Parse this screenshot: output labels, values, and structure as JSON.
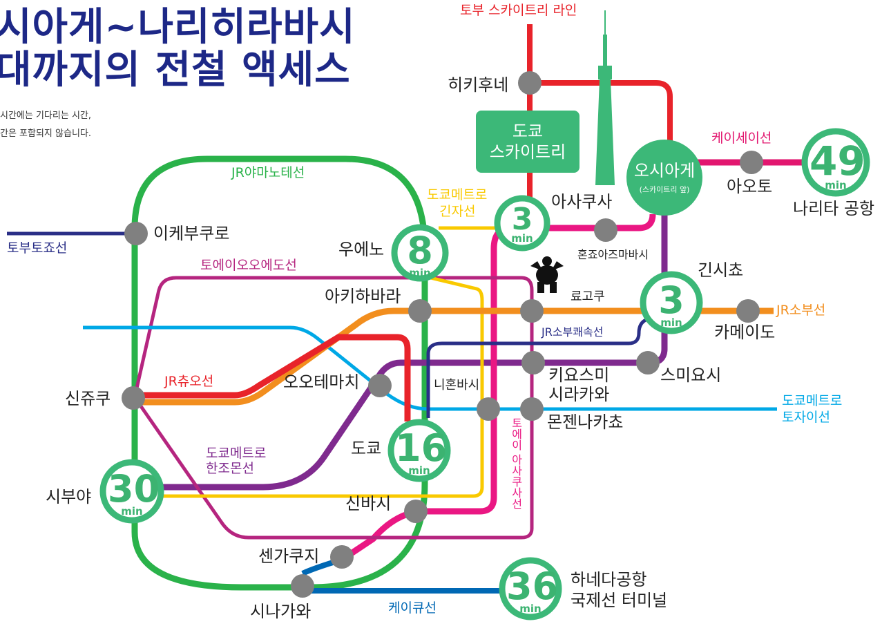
{
  "title": {
    "line1": "시아게~나리히라바시",
    "line2": "대까지의 전철 액세스"
  },
  "notes": {
    "line1": "시간에는 기다리는 시간,",
    "line2": "간은 포함되지 않습니다."
  },
  "minutes_unit": "min",
  "highlight_stations": {
    "oshiage": {
      "name": "오시아게",
      "sub": "(스카이트리 앞)"
    },
    "skytree": {
      "line1": "도쿄",
      "line2": "스카이트리"
    }
  },
  "minute_badges": [
    {
      "station": "우에노",
      "minutes": "8"
    },
    {
      "station": "아사쿠사",
      "minutes": "3"
    },
    {
      "station": "긴시쵸",
      "minutes": "3"
    },
    {
      "station": "도쿄",
      "minutes": "16"
    },
    {
      "station": "시부야",
      "minutes": "30"
    },
    {
      "station": "하네다공항 국제선 터미널",
      "minutes": "36"
    },
    {
      "station": "나리타 공항",
      "minutes": "49"
    }
  ],
  "stations": {
    "hikifune": "히키후네",
    "asakusa": "아사쿠사",
    "aoto": "아오토",
    "narita": "나리타 공항",
    "ikebukuro": "이케부쿠로",
    "ueno": "우에노",
    "honjo": "혼죠아즈마바시",
    "kinshicho": "긴시쵸",
    "akihabara": "아키하바라",
    "ryogoku": "료고쿠",
    "kameido": "카메이도",
    "shinjuku": "신쥬쿠",
    "otemachi": "오오테마치",
    "nihonbashi": "니혼바시",
    "kiyosumi": "키요스미",
    "shirakawa": "시라카와",
    "sumiyoshi": "스미요시",
    "monzen": "몬젠나카쵸",
    "tokyo": "도쿄",
    "shibuya": "시부야",
    "shinbashi": "신바시",
    "sengakuji": "센가쿠지",
    "shinagawa": "시나가와",
    "haneda1": "하네다공항",
    "haneda2": "국제선 터미널"
  },
  "lines": {
    "tobu_skytree": "토부 스카이트리 라인",
    "keisei": "케이세이선",
    "yamanote": "JR야마노테선",
    "ginza1": "도쿄메트로",
    "ginza2": "긴자선",
    "tobu_tojo": "토부토죠선",
    "oedo": "토에이오오에도선",
    "sobu": "JR소부선",
    "sobu_rapid": "JR소부쾌속선",
    "chuo": "JR츄오선",
    "tozai1": "도쿄메트로",
    "tozai2": "토자이선",
    "hanzomon1": "도쿄메트로",
    "hanzomon2": "한조몬선",
    "asakusa": "토에이 아사쿠사선",
    "keikyu": "케이큐선"
  },
  "colors": {
    "title": "#1d2887",
    "yamanote": "#2ab24a",
    "tobu": "#e8232a",
    "keisei": "#e2166f",
    "asakusa": "#ea1783",
    "oedo": "#b5257f",
    "sobu": "#f28e1e",
    "sobu_rapid": "#2a2f87",
    "chuo": "#e8232a",
    "tozai": "#00a8e6",
    "hanzomon": "#7f2a8e",
    "ginza": "#f9c900",
    "tobu_tojo": "#2a2f87",
    "keikyu": "#0068b4",
    "badge": "#3cb878",
    "station_dot": "#808080"
  }
}
